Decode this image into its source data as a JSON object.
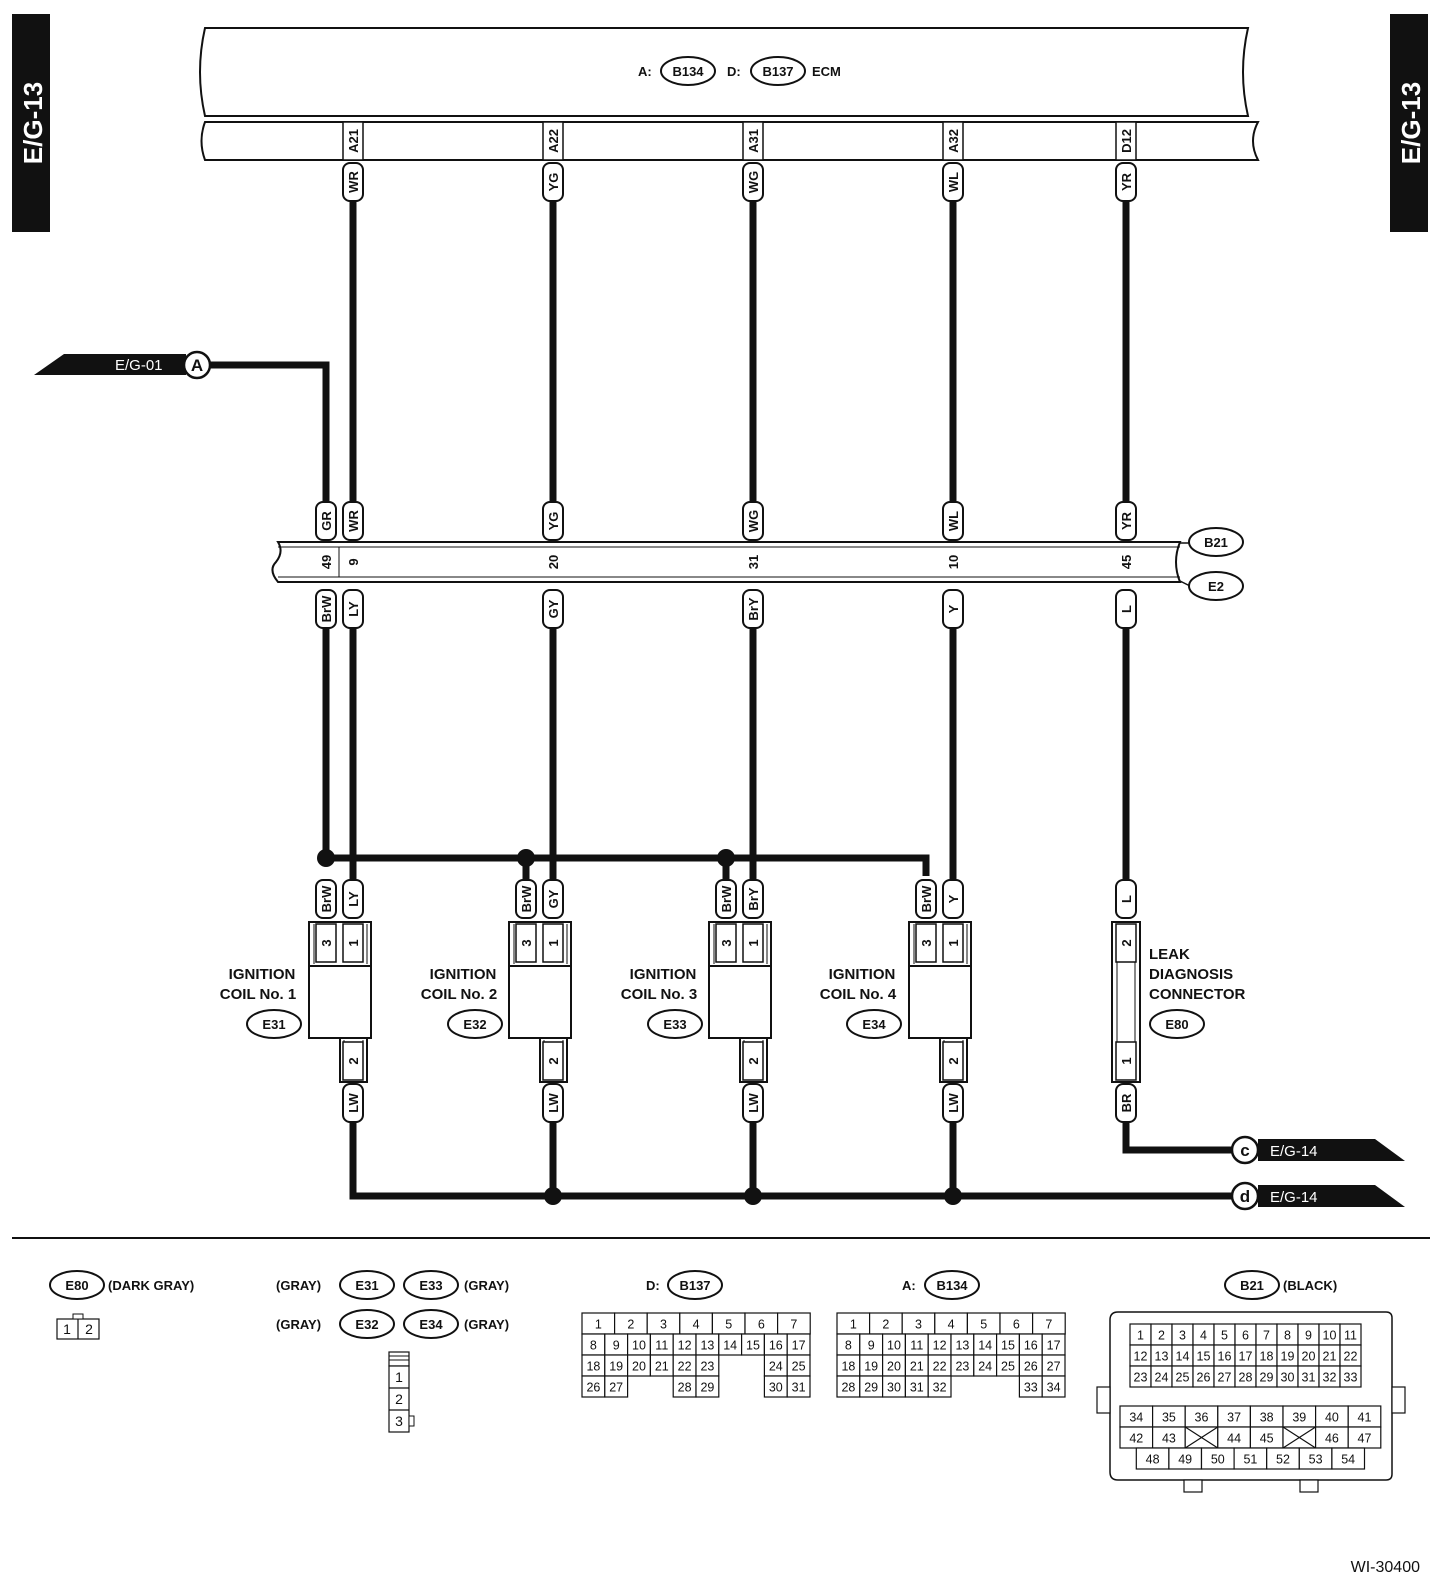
{
  "page_tab": "E/G-13",
  "footer_id": "WI-30400",
  "ecm": {
    "label_a": "A:",
    "conn_a": "B134",
    "label_d": "D:",
    "conn_d": "B137",
    "name": "ECM"
  },
  "wires": [
    {
      "pin": "A21",
      "ecm_color": "WR",
      "mid_top": "WR",
      "mid_pin": "9",
      "mid_bottom": "LY"
    },
    {
      "pin": "A22",
      "ecm_color": "YG",
      "mid_top": "YG",
      "mid_pin": "20",
      "mid_bottom": "GY"
    },
    {
      "pin": "A31",
      "ecm_color": "WG",
      "mid_top": "WG",
      "mid_pin": "31",
      "mid_bottom": "BrY"
    },
    {
      "pin": "A32",
      "ecm_color": "WL",
      "mid_top": "WL",
      "mid_pin": "10",
      "mid_bottom": "Y"
    },
    {
      "pin": "D12",
      "ecm_color": "YR",
      "mid_top": "YR",
      "mid_pin": "45",
      "mid_bottom": "L"
    }
  ],
  "feed": {
    "ref": "E/G-01",
    "mark": "A",
    "top_color": "GR",
    "pin": "49",
    "bottom_color": "BrW"
  },
  "joint": {
    "top": "B21",
    "bottom": "E2"
  },
  "coils": [
    {
      "line1": "IGNITION",
      "line2": "COIL No. 1",
      "conn": "E31",
      "wire3": "BrW",
      "wire1": "LY",
      "pin3": "3",
      "pin1": "1",
      "pin2": "2",
      "wire2": "LW"
    },
    {
      "line1": "IGNITION",
      "line2": "COIL No. 2",
      "conn": "E32",
      "wire3": "BrW",
      "wire1": "GY",
      "pin3": "3",
      "pin1": "1",
      "pin2": "2",
      "wire2": "LW"
    },
    {
      "line1": "IGNITION",
      "line2": "COIL No. 3",
      "conn": "E33",
      "wire3": "BrW",
      "wire1": "BrY",
      "pin3": "3",
      "pin1": "1",
      "pin2": "2",
      "wire2": "LW"
    },
    {
      "line1": "IGNITION",
      "line2": "COIL No. 4",
      "conn": "E34",
      "wire3": "BrW",
      "wire1": "Y",
      "pin3": "3",
      "pin1": "1",
      "pin2": "2",
      "wire2": "LW"
    }
  ],
  "leak": {
    "line1": "LEAK",
    "line2": "DIAGNOSIS",
    "line3": "CONNECTOR",
    "conn": "E80",
    "top_color": "L",
    "pin_top": "2",
    "pin_bottom": "1",
    "bottom_color": "BR"
  },
  "outputs": [
    {
      "mark": "c",
      "ref": "E/G-14"
    },
    {
      "mark": "d",
      "ref": "E/G-14"
    }
  ],
  "legend": {
    "e80": {
      "conn": "E80",
      "color": "(DARK GRAY)",
      "pins": [
        "1",
        "2"
      ]
    },
    "coils": {
      "e31": "E31",
      "e32": "E32",
      "e33": "E33",
      "e34": "E34",
      "gray": "(GRAY)",
      "pins": [
        "1",
        "2",
        "3"
      ]
    },
    "b137": {
      "prefix": "D:",
      "conn": "B137",
      "rows": [
        [
          "1",
          "",
          "2",
          "",
          "3",
          "",
          "4",
          "",
          "5",
          "",
          "6",
          "",
          "7",
          ""
        ],
        [
          "8",
          "9",
          "10",
          "11",
          "12",
          "13",
          "14",
          "15",
          "16",
          "17"
        ],
        [
          "18",
          "19",
          "20",
          "21",
          "22",
          "23",
          "",
          "24",
          "25"
        ],
        [
          "26",
          "27",
          "",
          "",
          "28",
          "29",
          "",
          "30",
          "31"
        ]
      ]
    },
    "b134": {
      "prefix": "A:",
      "conn": "B134",
      "rows": [
        [
          "1",
          "2",
          "3",
          "4",
          "5",
          "6",
          "7"
        ],
        [
          "8",
          "9",
          "10",
          "11",
          "12",
          "13",
          "14",
          "15",
          "16",
          "17"
        ],
        [
          "18",
          "19",
          "20",
          "21",
          "22",
          "23",
          "24",
          "25",
          "26",
          "27"
        ],
        [
          "28",
          "29",
          "30",
          "31",
          "32",
          "33",
          "34"
        ]
      ]
    },
    "b21": {
      "conn": "B21",
      "color": "(BLACK)",
      "top_rows": [
        [
          "1",
          "2",
          "3",
          "4",
          "5",
          "6",
          "7",
          "8",
          "9",
          "10",
          "11"
        ],
        [
          "12",
          "13",
          "14",
          "15",
          "16",
          "17",
          "18",
          "19",
          "20",
          "21",
          "22"
        ],
        [
          "23",
          "24",
          "25",
          "26",
          "27",
          "28",
          "29",
          "30",
          "31",
          "32",
          "33"
        ]
      ],
      "bottom_rows": [
        [
          "34",
          "35",
          "36",
          "37",
          "38",
          "39",
          "40",
          "41"
        ],
        [
          "42",
          "43",
          "",
          "44",
          "45",
          "",
          "46",
          "47"
        ],
        [
          "48",
          "49",
          "50",
          "51",
          "52",
          "53",
          "54"
        ]
      ]
    }
  }
}
